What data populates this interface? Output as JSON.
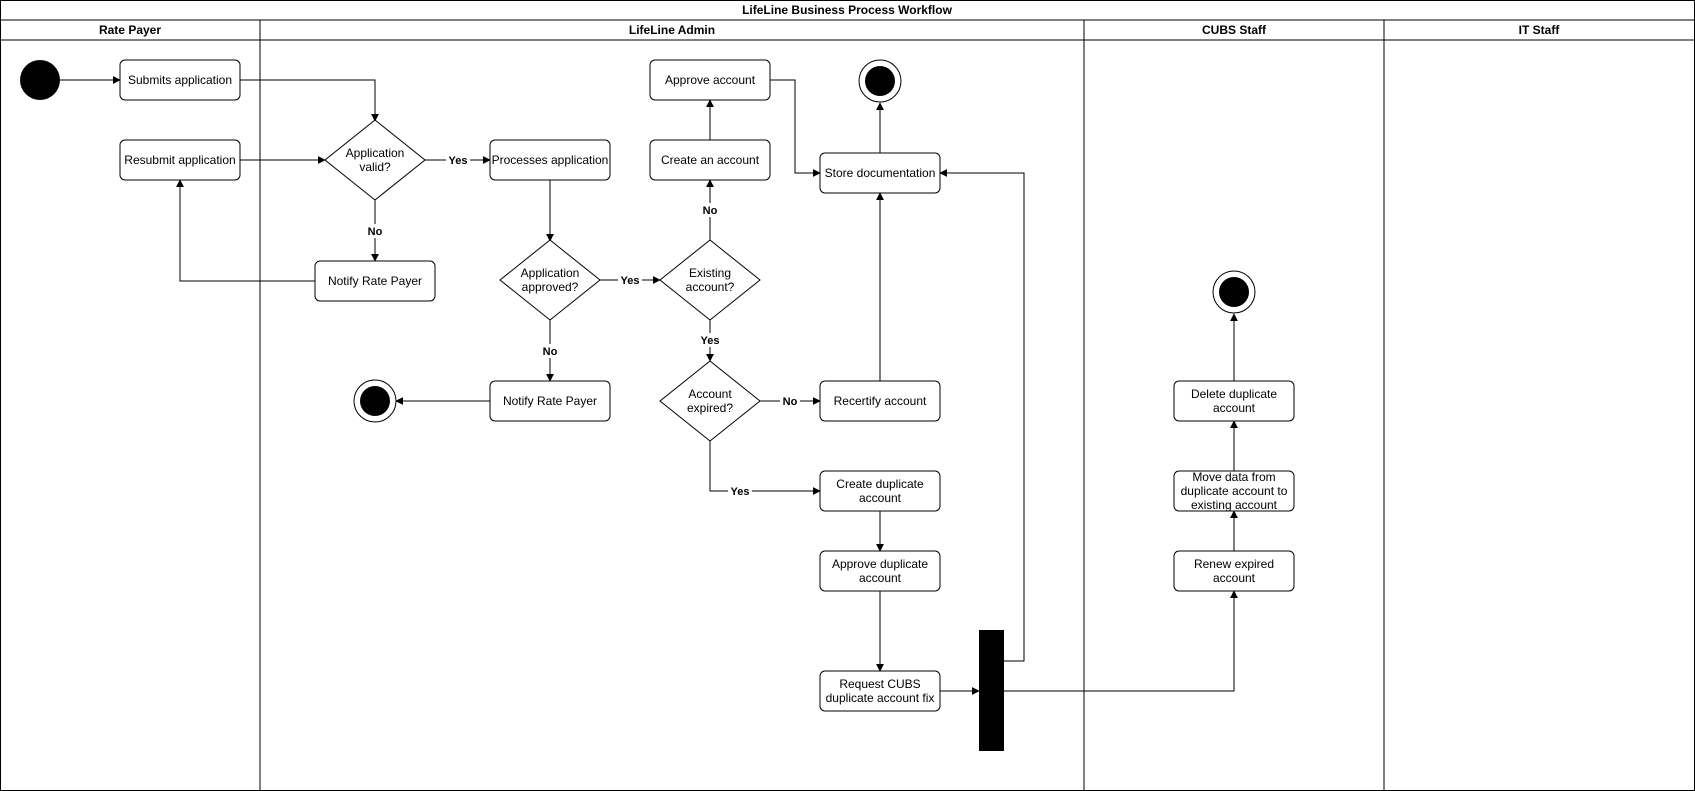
{
  "title": "LifeLine Business Process Workflow",
  "lanes": [
    {
      "id": "rate-payer",
      "label": "Rate Payer"
    },
    {
      "id": "lifeline-admin",
      "label": "LifeLine Admin"
    },
    {
      "id": "cubs-staff",
      "label": "CUBS Staff"
    },
    {
      "id": "it-staff",
      "label": "IT Staff"
    }
  ],
  "nodes": {
    "submits": {
      "label": "Submits application",
      "kind": "action"
    },
    "resubmit": {
      "label": "Resubmit application",
      "kind": "action"
    },
    "app_valid": {
      "label": "Application\nvalid?",
      "kind": "decision"
    },
    "notify1": {
      "label": "Notify Rate Payer",
      "kind": "action"
    },
    "processes": {
      "label": "Processes application",
      "kind": "action"
    },
    "app_approved": {
      "label": "Application\napproved?",
      "kind": "decision"
    },
    "notify2": {
      "label": "Notify Rate Payer",
      "kind": "action"
    },
    "existing": {
      "label": "Existing\naccount?",
      "kind": "decision"
    },
    "create_account": {
      "label": "Create an account",
      "kind": "action"
    },
    "approve_account": {
      "label": "Approve account",
      "kind": "action"
    },
    "store_doc": {
      "label": "Store documentation",
      "kind": "action"
    },
    "expired": {
      "label": "Account\nexpired?",
      "kind": "decision"
    },
    "recertify": {
      "label": "Recertify account",
      "kind": "action"
    },
    "create_dup": {
      "label": "Create duplicate\naccount",
      "kind": "action"
    },
    "approve_dup": {
      "label": "Approve duplicate\naccount",
      "kind": "action"
    },
    "request_cubs": {
      "label": "Request CUBS\nduplicate account fix",
      "kind": "action"
    },
    "renew": {
      "label": "Renew expired\naccount",
      "kind": "action"
    },
    "move_data": {
      "label": "Move data from\nduplicate account to\nexisting account",
      "kind": "action"
    },
    "delete_dup": {
      "label": "Delete duplicate\naccount",
      "kind": "action"
    },
    "start": {
      "label": "",
      "kind": "initial"
    },
    "end_top": {
      "label": "",
      "kind": "final"
    },
    "end_reject": {
      "label": "",
      "kind": "final"
    },
    "end_cubs": {
      "label": "",
      "kind": "final"
    },
    "fork": {
      "label": "",
      "kind": "fork"
    }
  },
  "edge_labels": {
    "yes": "Yes",
    "no": "No"
  }
}
